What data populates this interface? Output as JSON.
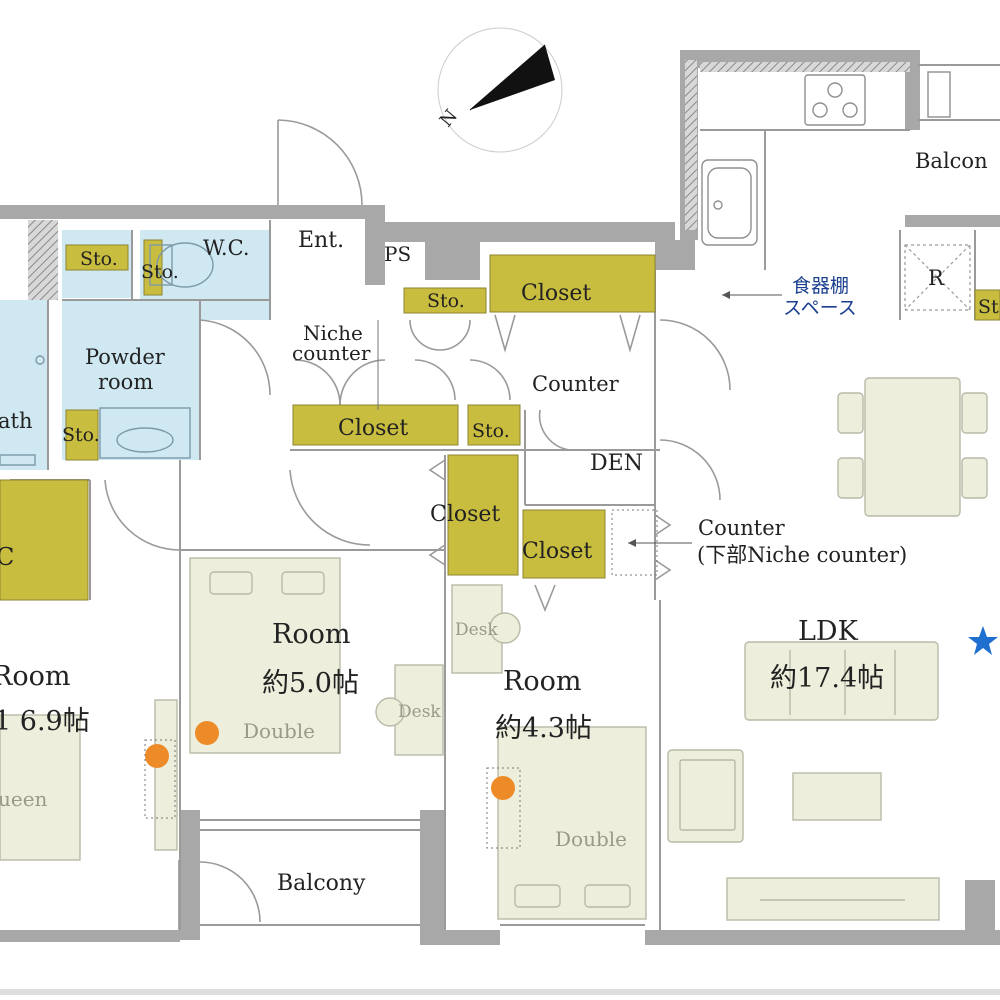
{
  "compass": {
    "north": "N"
  },
  "rooms": {
    "ent": "Ent.",
    "ps": "PS",
    "wc": "W.C.",
    "powder_line1": "Powder",
    "powder_line2": "room",
    "bath": "ath",
    "balcony_top": "Balcon",
    "balcony_bottom": "Balcony",
    "refrigerator": "R",
    "den": "DEN",
    "ldk": "LDK",
    "ldk_size": "約17.4帖",
    "room_left": "Room",
    "room_left_size": "1 6.9帖",
    "room_mid": "Room",
    "room_mid_size": "約5.0帖",
    "room_right": "Room",
    "room_right_size": "約4.3帖",
    "wic": "C"
  },
  "storage": {
    "sto_bath_top": "Sto.",
    "sto_wc": "Sto.",
    "sto_powder": "Sto.",
    "sto_hall": "Sto.",
    "sto_mid": "Sto.",
    "sto_right_edge": "St",
    "closet_top": "Closet",
    "closet_hall": "Closet",
    "closet_vertical": "Closet",
    "closet_small": "Closet"
  },
  "annotations": {
    "niche_line1": "Niche",
    "niche_line2": "counter",
    "counter_top": "Counter",
    "counter_right_line1": "Counter",
    "counter_right_line2": "(下部Niche counter)",
    "dish_line1": "食器棚",
    "dish_line2": "スペース"
  },
  "furniture": {
    "bed_queen": "ueen",
    "bed_double_mid": "Double",
    "bed_double_right": "Double",
    "desk_mid": "Desk",
    "desk_right": "Desk"
  },
  "colors": {
    "wall": "#a8a8a8",
    "wet_area": "#cfe8f2",
    "storage": "#c9bd3f",
    "furniture": "#eeeedd",
    "outlet_marker": "#ec8b27",
    "star_marker": "#1f6fd0",
    "annotation_blue": "#1a3f8f"
  }
}
